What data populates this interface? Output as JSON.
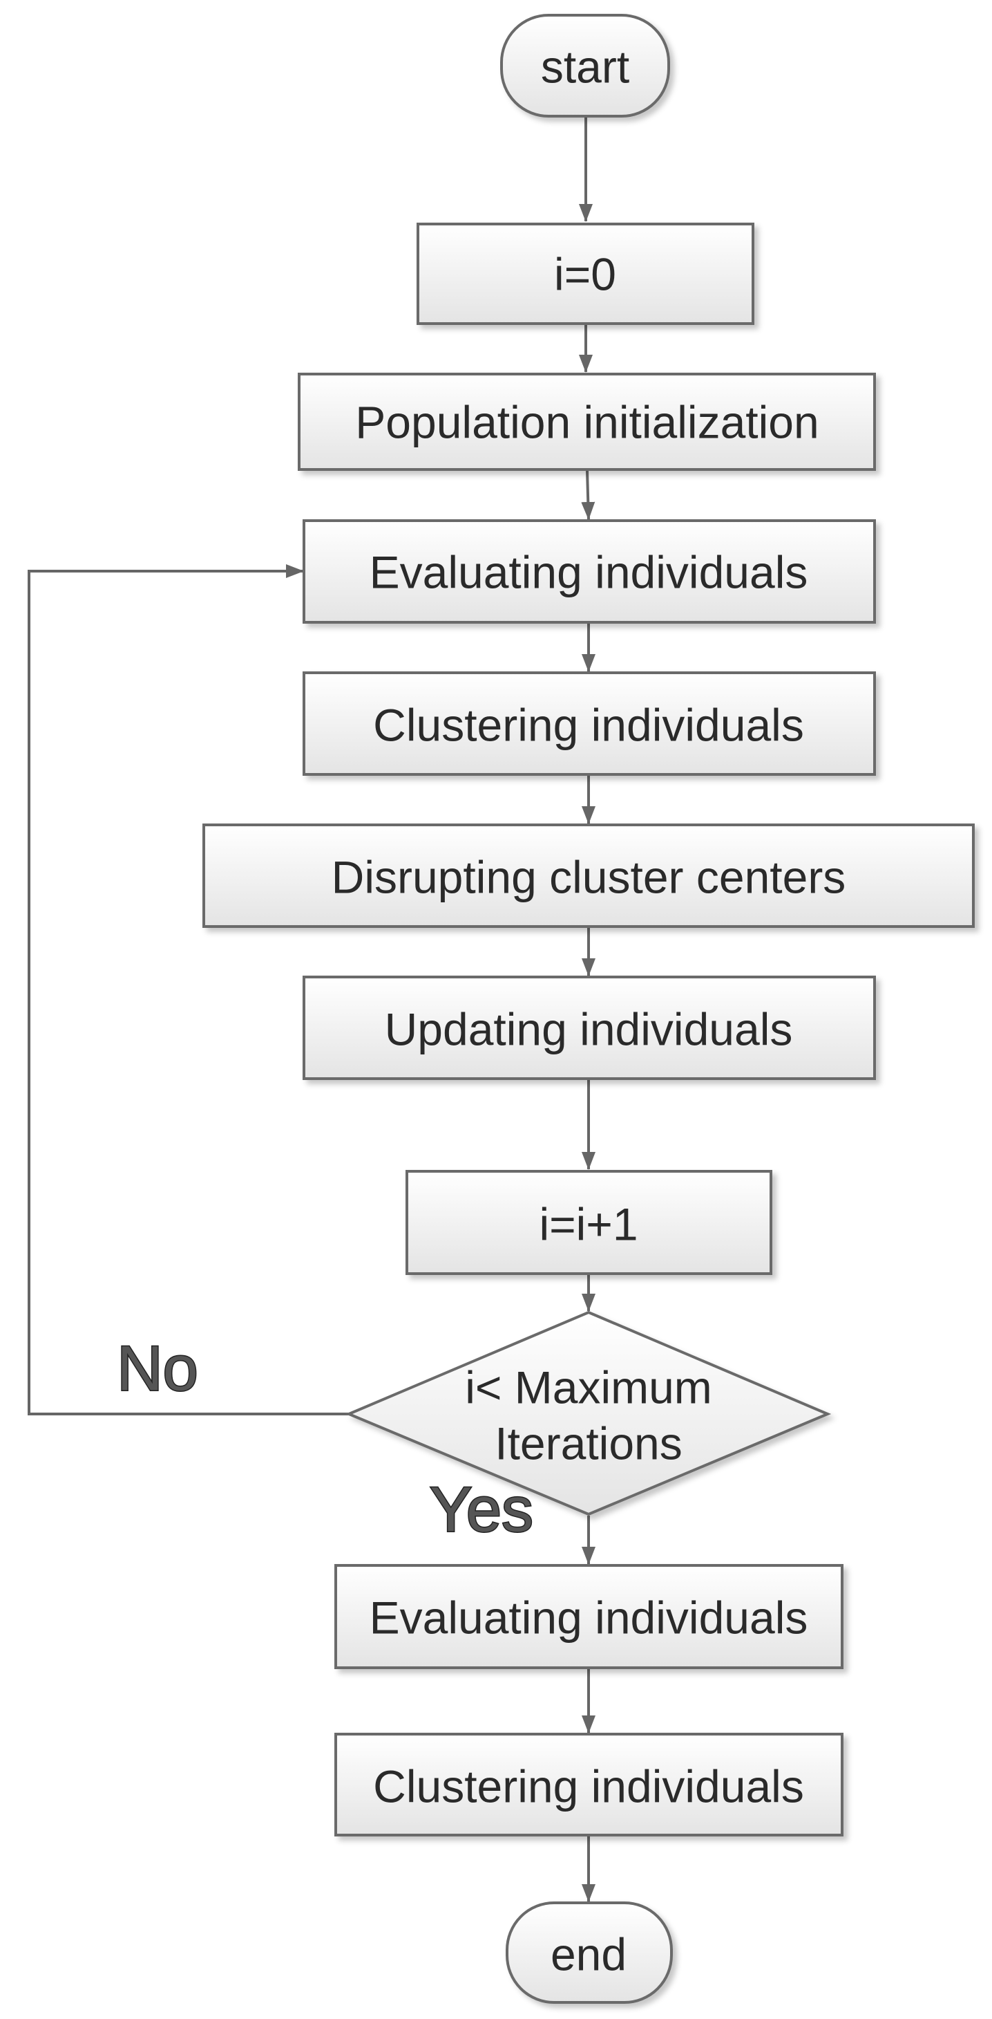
{
  "nodes": {
    "start": "start",
    "init_counter": "i=0",
    "population_init": "Population initialization",
    "evaluate_1": "Evaluating individuals",
    "cluster_1": "Clustering individuals",
    "disrupt": "Disrupting cluster centers",
    "update": "Updating individuals",
    "increment": "i=i+1",
    "decision_line1": "i< Maximum",
    "decision_line2": "Iterations",
    "evaluate_2": "Evaluating individuals",
    "cluster_2": "Clustering individuals",
    "end": "end"
  },
  "edge_labels": {
    "no": "No",
    "yes": "Yes"
  },
  "colors": {
    "stroke": "#6b6b6b",
    "fill_top": "#ffffff",
    "fill_bottom": "#e6e6e6",
    "text": "#2a2a2a"
  }
}
